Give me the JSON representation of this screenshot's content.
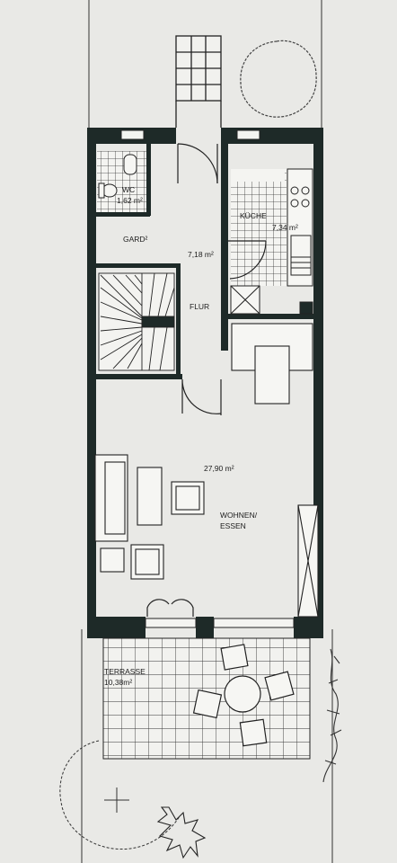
{
  "rooms": {
    "wc": {
      "name": "WC",
      "area": "1,62 m²"
    },
    "gard": {
      "name": "GARD²"
    },
    "flur": {
      "name": "FLUR",
      "area": "7,18 m²"
    },
    "kueche": {
      "name": "KÜCHE",
      "area": "7,34 m²"
    },
    "wohnen": {
      "name_line1": "WOHNEN/",
      "name_line2": "ESSEN",
      "area": "27,90 m²"
    },
    "terrasse": {
      "name": "TERRASSE",
      "area": "10,38m²"
    }
  }
}
